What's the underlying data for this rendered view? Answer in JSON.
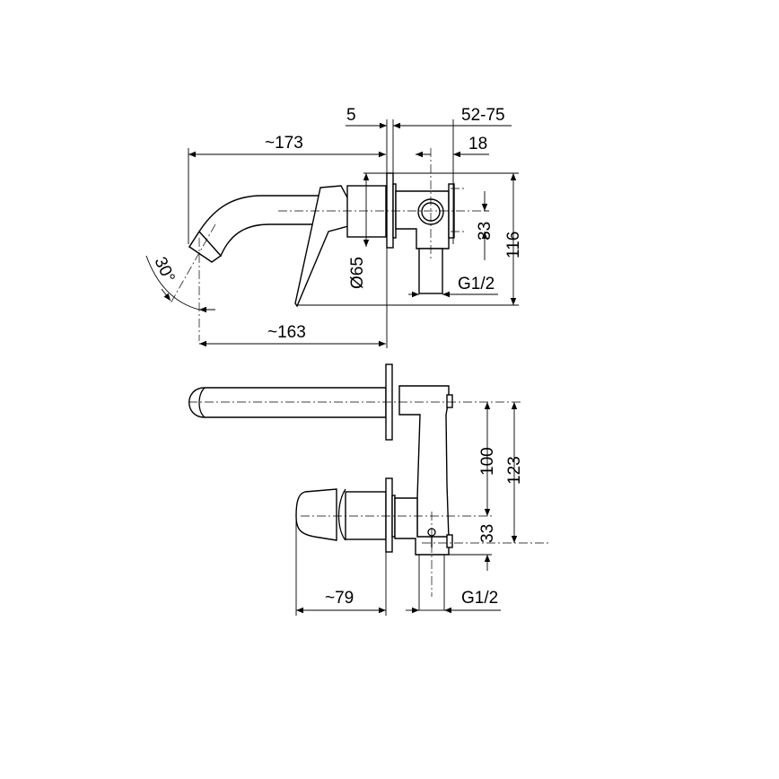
{
  "top_view": {
    "dim_wall_gap": "5",
    "dim_depth_range": "52-75",
    "dim_spout_length": "~173",
    "dim_valve_offset": "18",
    "dim_height": "116",
    "dim_inlet_spacing": "33",
    "dim_diameter": "Ø65",
    "dim_thread": "G1/2",
    "dim_outlet_reach": "~163",
    "dim_angle": "30°"
  },
  "bottom_view": {
    "dim_centers": "100",
    "dim_total": "123",
    "dim_inlet_spacing": "33",
    "dim_handle_length": "~79",
    "dim_thread": "G1/2"
  }
}
